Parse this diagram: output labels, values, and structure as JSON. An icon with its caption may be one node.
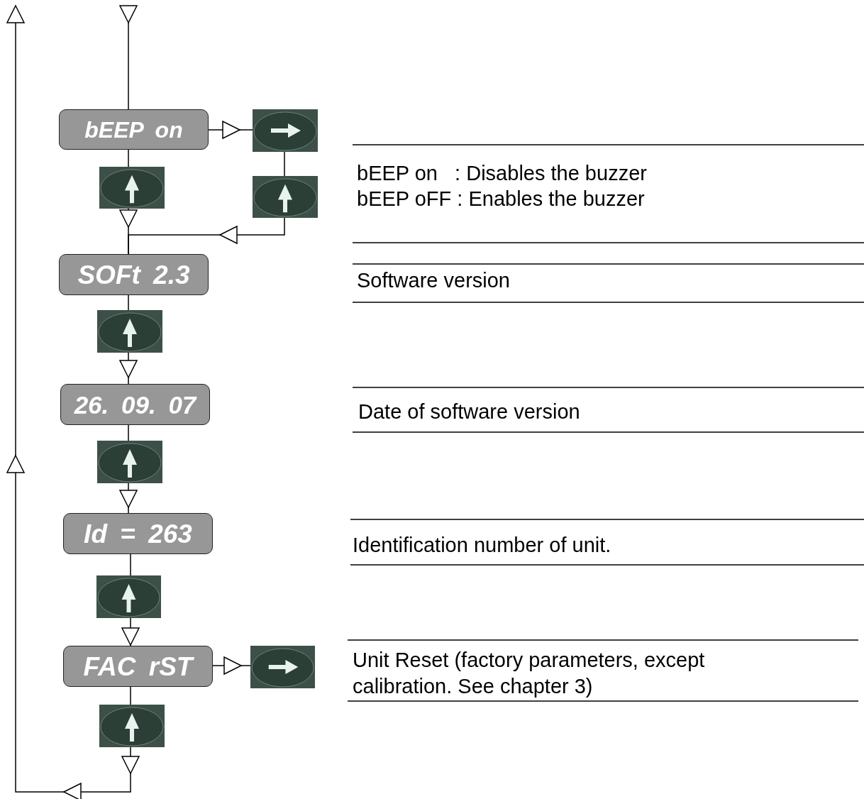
{
  "diagram": {
    "nodes": [
      {
        "text": [
          "bEEP on"
        ]
      },
      {
        "text": [],
        "shape": "picture"
      },
      {
        "text": [],
        "shape": "picture"
      },
      {
        "text": [],
        "shape": "picture"
      },
      {
        "text": [
          "SOFt 2.3"
        ]
      },
      {
        "text": [],
        "shape": "picture"
      },
      {
        "text": [
          "26. 09. 07"
        ]
      },
      {
        "text": [],
        "shape": "picture"
      },
      {
        "text": [
          "Id = 263"
        ]
      },
      {
        "text": [],
        "shape": "picture"
      },
      {
        "text": [
          "FAC rST"
        ]
      },
      {
        "text": [],
        "shape": "picture"
      },
      {
        "text": [],
        "shape": "picture"
      }
    ],
    "edges": [
      {
        "from": null,
        "to": 0,
        "arrow": "to"
      },
      {
        "from": 0,
        "to": 1,
        "arrow": "to"
      },
      {
        "from": 1,
        "to": 3,
        "arrow": "none"
      },
      {
        "from": 0,
        "to": 2,
        "arrow": "none"
      },
      {
        "from": 2,
        "to": 4,
        "arrow": "to"
      },
      {
        "from": 3,
        "to": 4,
        "arrow": "to"
      },
      {
        "from": 4,
        "to": 5,
        "arrow": "none"
      },
      {
        "from": 5,
        "to": 6,
        "arrow": "to"
      },
      {
        "from": 6,
        "to": 7,
        "arrow": "none"
      },
      {
        "from": 7,
        "to": 8,
        "arrow": "to"
      },
      {
        "from": 8,
        "to": 9,
        "arrow": "none"
      },
      {
        "from": 9,
        "to": 10,
        "arrow": "to"
      },
      {
        "from": 10,
        "to": 11,
        "arrow": "to"
      },
      {
        "from": 10,
        "to": 12,
        "arrow": "none"
      },
      {
        "from": 12,
        "to": null,
        "arrow": "to"
      }
    ],
    "labels": [
      "bEEP on   : Disables the buzzer",
      "bEEP oFF : Enables the buzzer",
      "Software version",
      "Date of software version",
      "Identification number of unit.",
      "Unit Reset (factory parameters, except calibration. See chapter 3)"
    ]
  }
}
